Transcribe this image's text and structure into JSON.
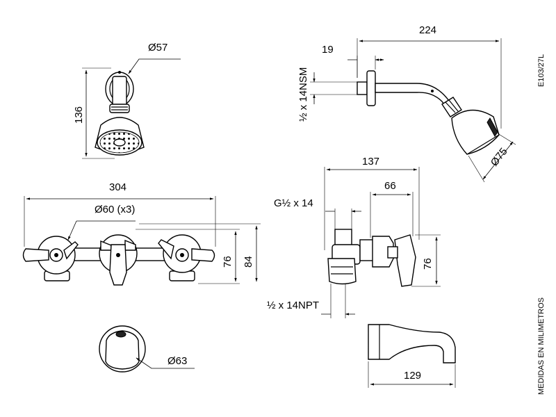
{
  "dimensions": {
    "shower_head_diameter": "Ø57",
    "shower_head_height": "136",
    "arm_length": "224",
    "arm_offset": "19",
    "arm_thread": "½ x 14NSM",
    "head_face_diameter": "Ø75",
    "valve_depth_total": "137",
    "valve_depth_partial": "66",
    "inlet_thread": "G½ x 14",
    "outlet_thread": "½ x 14NPT",
    "valve_side_height": "76",
    "set_width": "304",
    "handle_diameter": "Ø60 (x3)",
    "set_height_76": "76",
    "set_height_84": "84",
    "spout_diameter": "Ø63",
    "spout_length": "129"
  },
  "side_text": {
    "model_code": "E103/27L",
    "units_note": "MEDIDAS EN MILIMETROS"
  }
}
